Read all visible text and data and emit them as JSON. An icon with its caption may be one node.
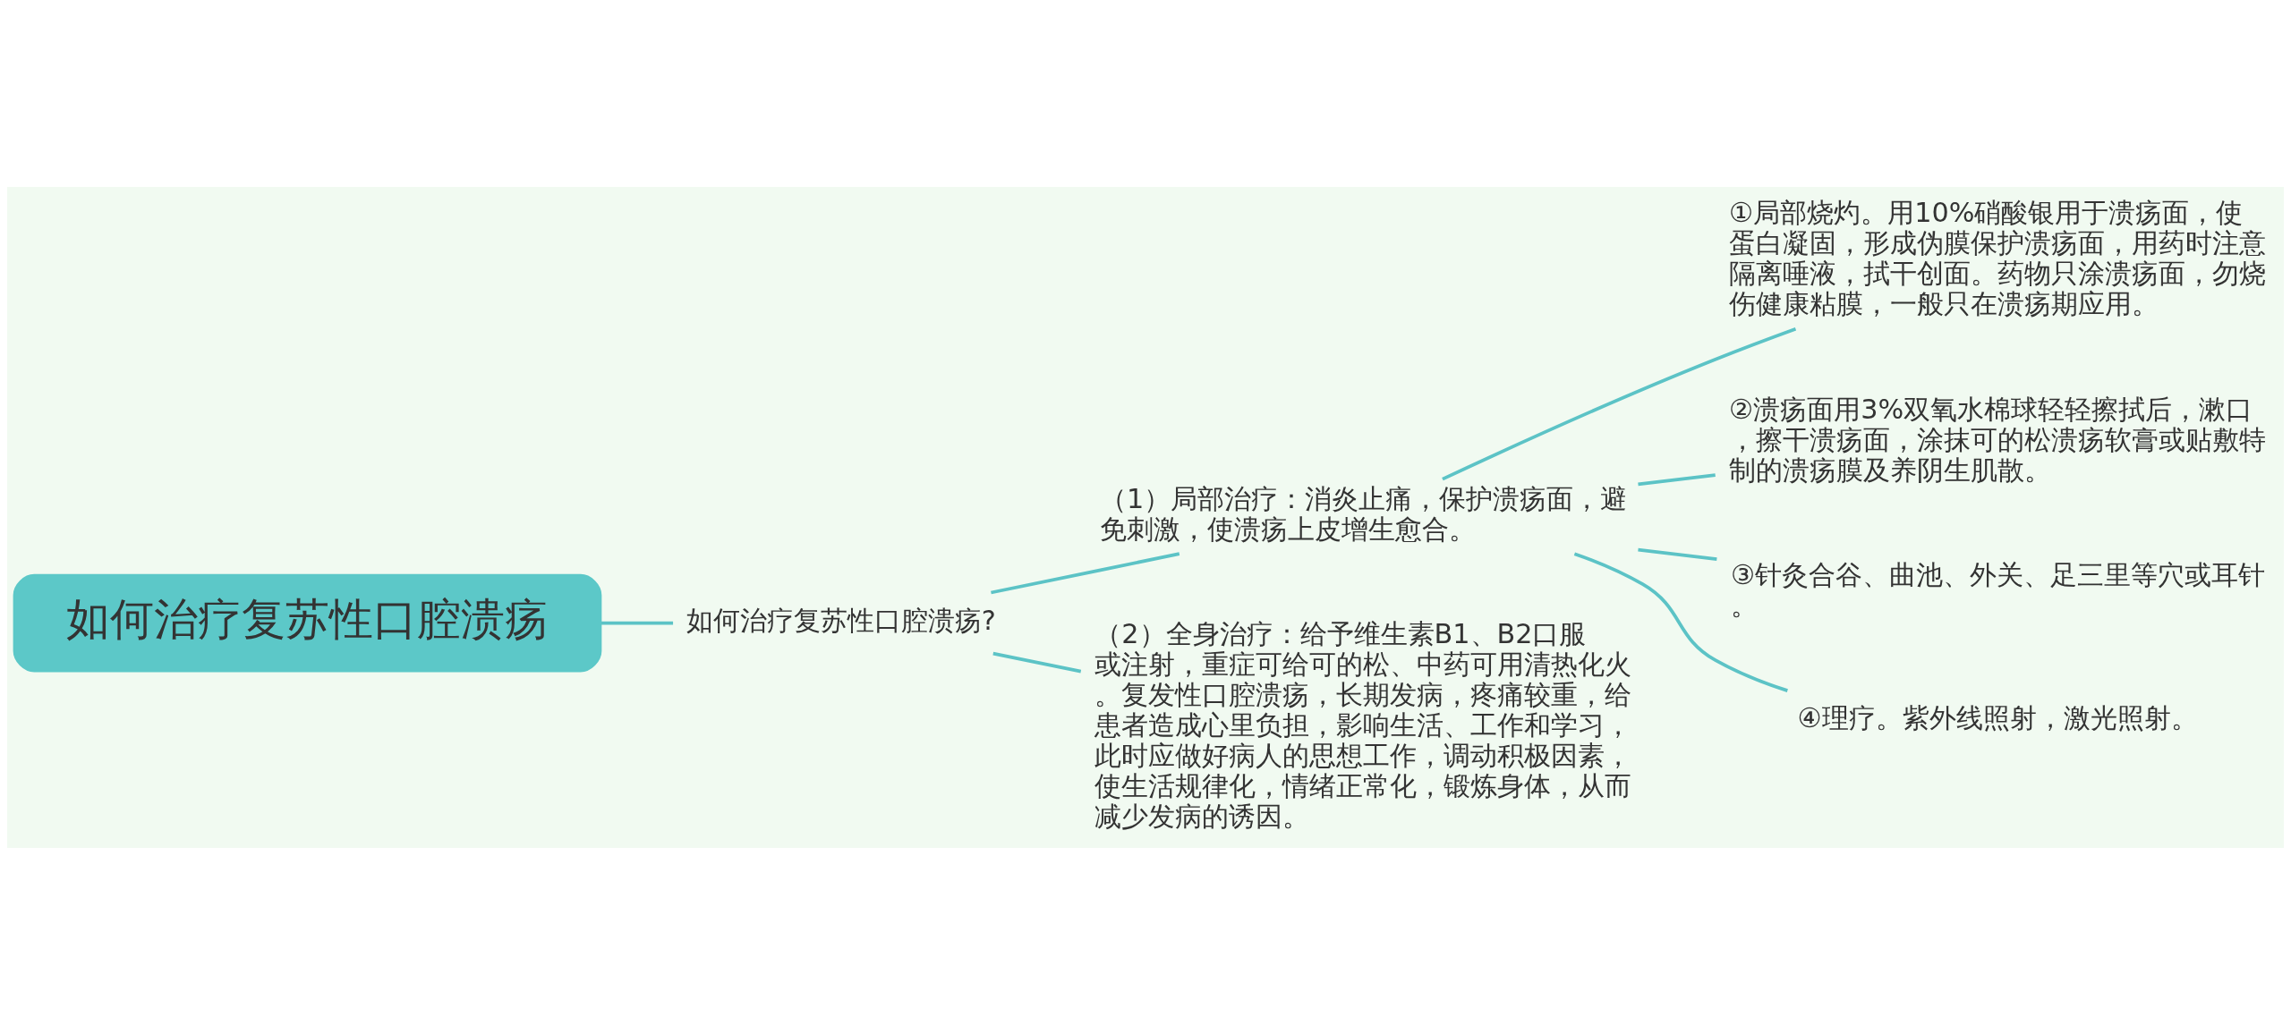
{
  "diagram": {
    "nodes": [
      {
        "text": [
          "如何治疗复苏性口腔溃疡"
        ]
      },
      {
        "text": [
          "如何治疗复苏性口腔溃疡?"
        ]
      },
      {
        "text": [
          "（1）局部治疗：消炎止痛，保护溃疡面，避免刺激，使溃疡上皮增生愈合。"
        ]
      },
      {
        "text": [
          "（2）全身治疗：给予维生素B1、B2口服或注射，重症可给可的松、中药可用清热化火。复发性口腔溃疡，长期发病，疼痛较重，给患者造成心里负担，影响生活、工作和学习，此时应做好病人的思想工作，调动积极因素，使生活规律化，情绪正常化，锻炼身体，从而减少发病的诱因。"
        ]
      },
      {
        "text": [
          "①局部烧灼。用10%硝酸银用于溃疡面，使蛋白凝固，形成伪膜保护溃疡面，用药时注意隔离唾液，拭干创面。药物只涂溃疡面，勿烧伤健康粘膜，一般只在溃疡期应用。"
        ]
      },
      {
        "text": [
          "②溃疡面用3%双氧水棉球轻轻擦拭后，漱口，擦干溃疡面，涂抹可的松溃疡软膏或贴敷特制的溃疡膜及养阴生肌散。"
        ]
      },
      {
        "text": [
          "③针灸合谷、曲池、外关、足三里等穴或耳针。"
        ]
      },
      {
        "text": [
          "④理疗。紫外线照射，激光照射。"
        ]
      }
    ],
    "edges": [
      {
        "from": 0,
        "to": 1,
        "arrow": "none"
      },
      {
        "from": 1,
        "to": 2,
        "arrow": "none"
      },
      {
        "from": 1,
        "to": 3,
        "arrow": "none"
      },
      {
        "from": 2,
        "to": 4,
        "arrow": "none"
      },
      {
        "from": 2,
        "to": 5,
        "arrow": "none"
      },
      {
        "from": 2,
        "to": 6,
        "arrow": "none"
      },
      {
        "from": 2,
        "to": 7,
        "arrow": "none"
      }
    ]
  }
}
